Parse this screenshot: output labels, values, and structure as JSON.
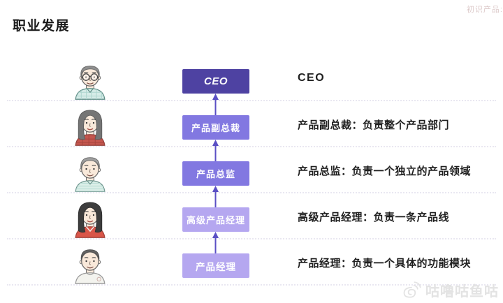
{
  "page": {
    "title": "职业发展",
    "corner_tag": "初识产品:",
    "watermark_text": "咕噜咕鱼咕",
    "background_color": "#ffffff"
  },
  "hierarchy": {
    "arrow_color": "#5a4fc4",
    "divider_color": "#e9e7f1",
    "rows": [
      {
        "level": 1,
        "box_label": "CEO",
        "description": "CEO",
        "avatar": "man-glasses-plaid-shirt-icon",
        "box_color": "#4e42a2"
      },
      {
        "level": 2,
        "box_label": "产品副总裁",
        "description": "产品副总裁：负责整个产品部门",
        "avatar": "woman-long-hair-red-shirt-icon",
        "box_color": "#8278e1"
      },
      {
        "level": 3,
        "box_label": "产品总监",
        "description": "产品总监：负责一个独立的产品领域",
        "avatar": "man-gray-hair-striped-shirt-icon",
        "box_color": "#8278e1"
      },
      {
        "level": 4,
        "box_label": "高级产品经理",
        "description": "高级产品经理：负责一条产品线",
        "avatar": "woman-black-hair-red-shirt-icon",
        "box_color": "#b5a7f0"
      },
      {
        "level": 5,
        "box_label": "产品经理",
        "description": "产品经理：负责一个具体的功能模块",
        "avatar": "young-man-light-shirt-icon",
        "box_color": "#b5a7f0"
      }
    ]
  },
  "icons": {
    "watermark_logo": "weibo-eye-logo-icon"
  }
}
